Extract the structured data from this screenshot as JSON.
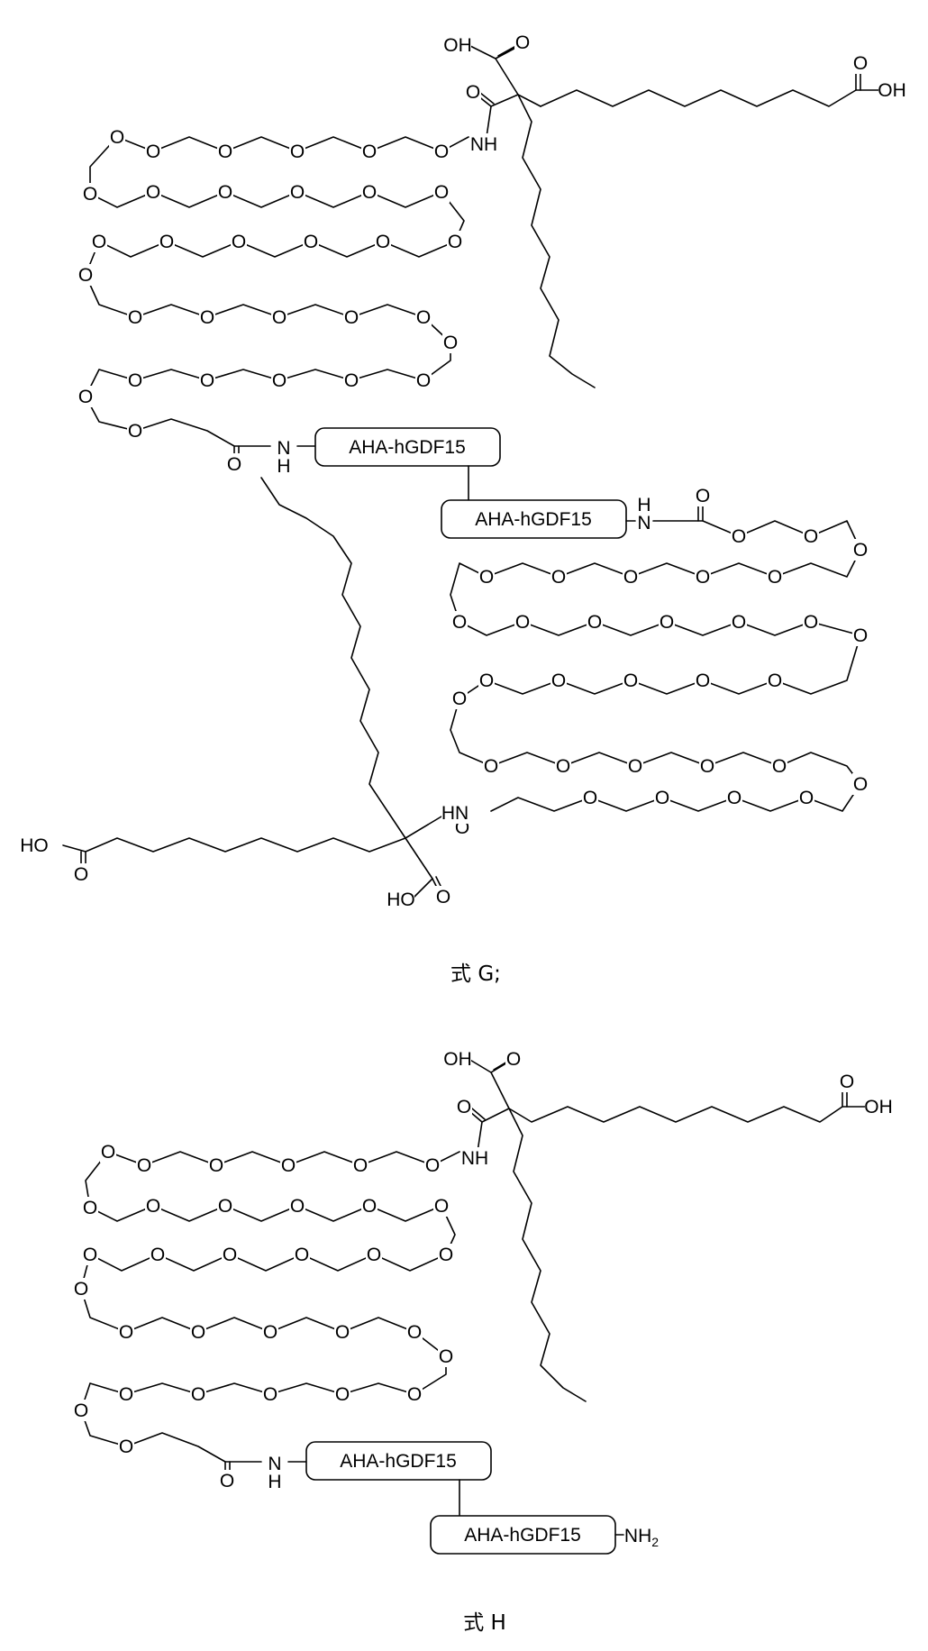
{
  "labels": {
    "oxygen": "O",
    "hydroxyl": "OH",
    "hydroxyl_left": "HO",
    "amide_nh": "NH",
    "amide_hn": "HN",
    "nitrogen": "N",
    "hydrogen": "H",
    "amine": "NH",
    "amine_subscript": "2"
  },
  "protein_label": "AHA-hGDF15",
  "captions": {
    "formula_g": "式 G;",
    "formula_h": "式 H"
  }
}
